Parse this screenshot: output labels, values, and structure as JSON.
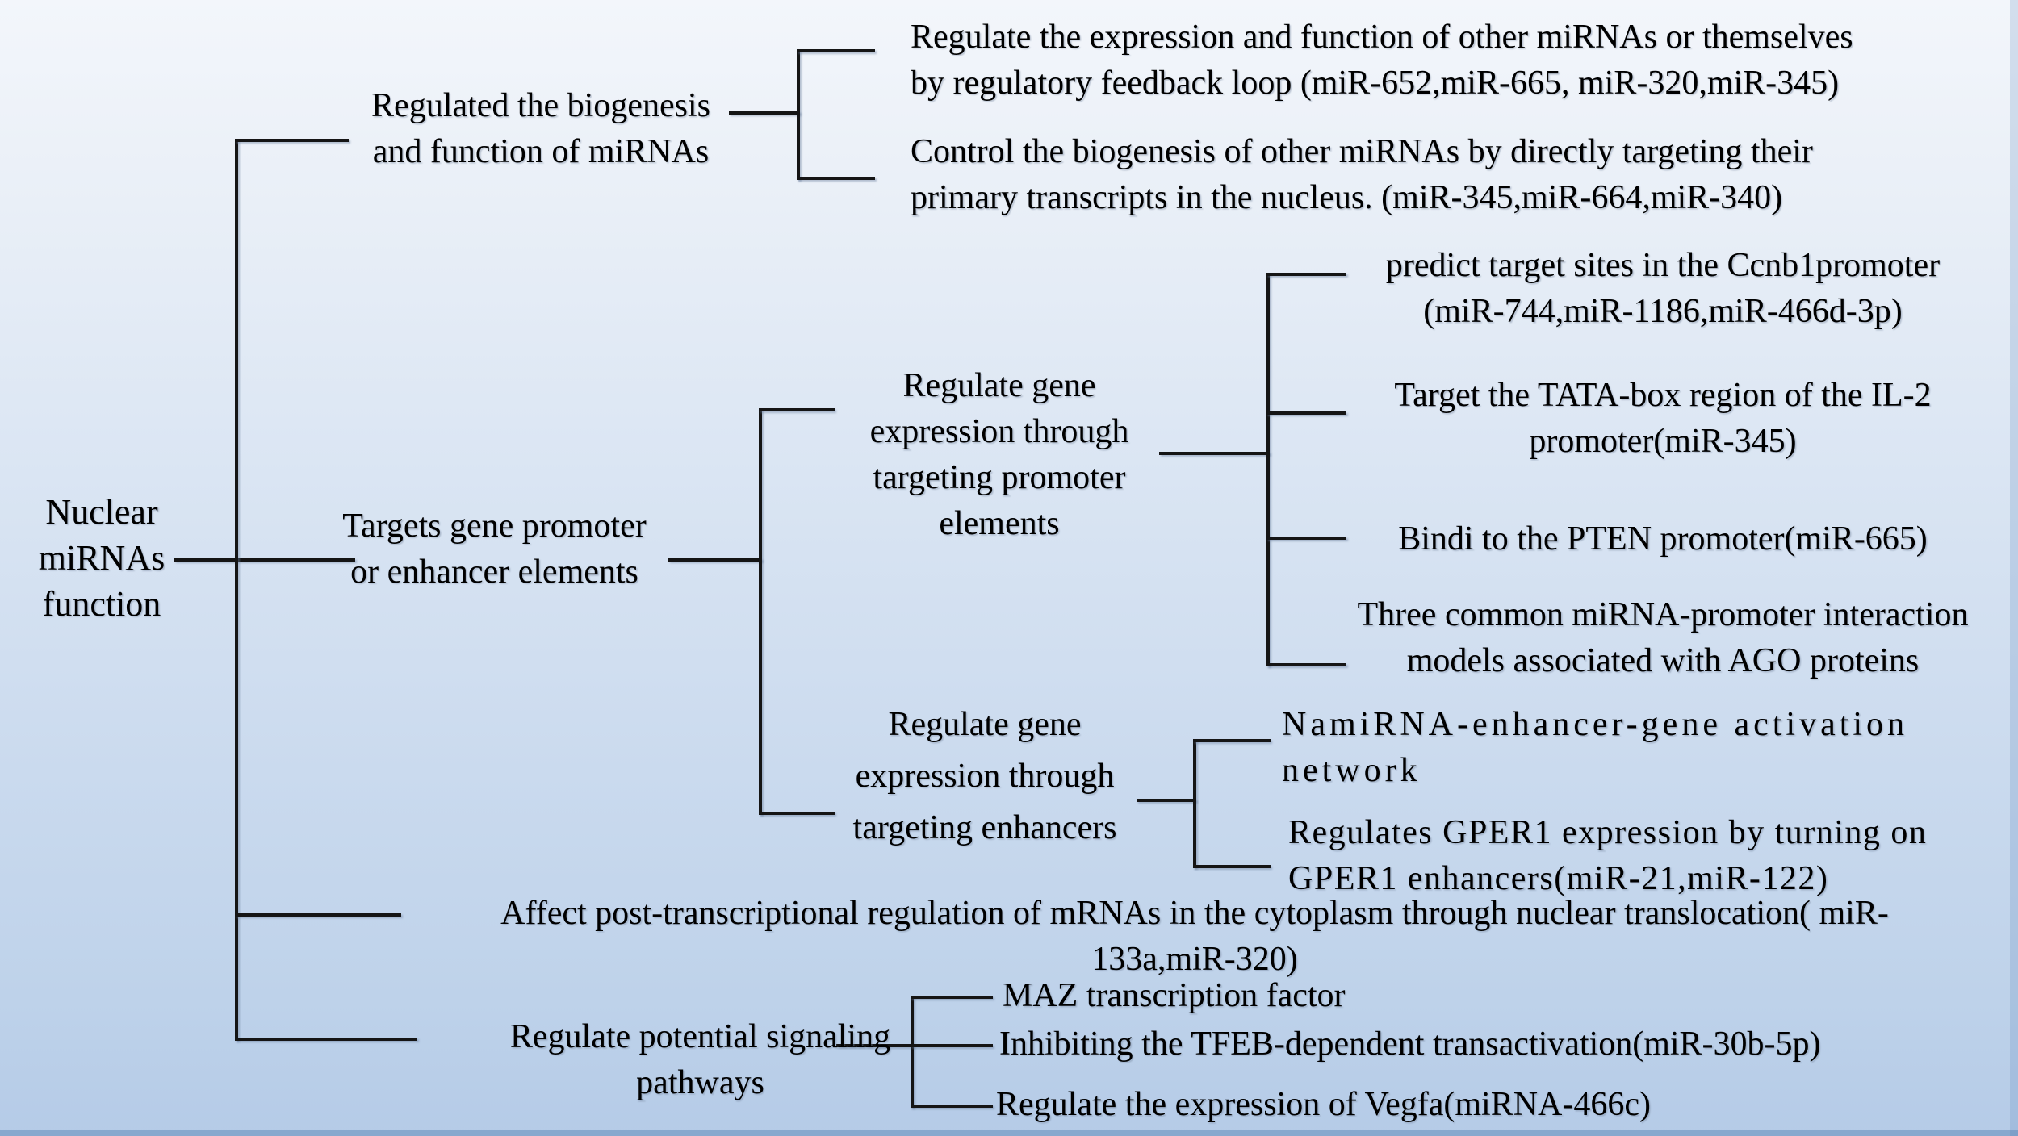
{
  "figure_title": "Nuclear miRNAs function diagram",
  "colors": {
    "background_top": "#f3f6fb",
    "background_bottom": "#b5cbe7",
    "line": "#151515",
    "text": "#000000"
  },
  "tree": {
    "root": "Nuclear\nmiRNAs\nfunction",
    "biogenesis": {
      "label": "Regulated the biogenesis\nand function of miRNAs",
      "items": [
        "Regulate the expression and function of other miRNAs or themselves\nby regulatory feedback loop (miR-652,miR-665, miR-320,miR-345)",
        "Control the biogenesis of other miRNAs by directly targeting their\nprimary transcripts in the nucleus. (miR-345,miR-664,miR-340)"
      ]
    },
    "targets": {
      "label": "Targets gene promoter\nor enhancer elements",
      "promoters": {
        "label": "Regulate gene\nexpression through\ntargeting promoter\nelements",
        "items": [
          "predict target sites in the Ccnb1promoter\n(miR-744,miR-1186,miR-466d-3p)",
          "Target the TATA-box region of the IL-2\npromoter(miR-345)",
          "Bindi to the PTEN promoter(miR-665)",
          "Three common miRNA-promoter interaction\nmodels associated with AGO proteins"
        ]
      },
      "enhancers": {
        "label": "Regulate gene\nexpression through\ntargeting enhancers",
        "items": [
          "NamiRNA-enhancer-gene activation\nnetwork",
          "Regulates GPER1 expression by turning on\nGPER1 enhancers(miR-21,miR-122)"
        ]
      }
    },
    "translocation": "Affect post-transcriptional regulation of mRNAs in the cytoplasm through nuclear translocation( miR-\n133a,miR-320)",
    "signaling": {
      "label": "Regulate potential signaling\npathways",
      "items": [
        "MAZ transcription factor",
        "Inhibiting the TFEB-dependent transactivation(miR-30b-5p)",
        "Regulate the expression of Vegfa(miRNA-466c)"
      ]
    }
  }
}
